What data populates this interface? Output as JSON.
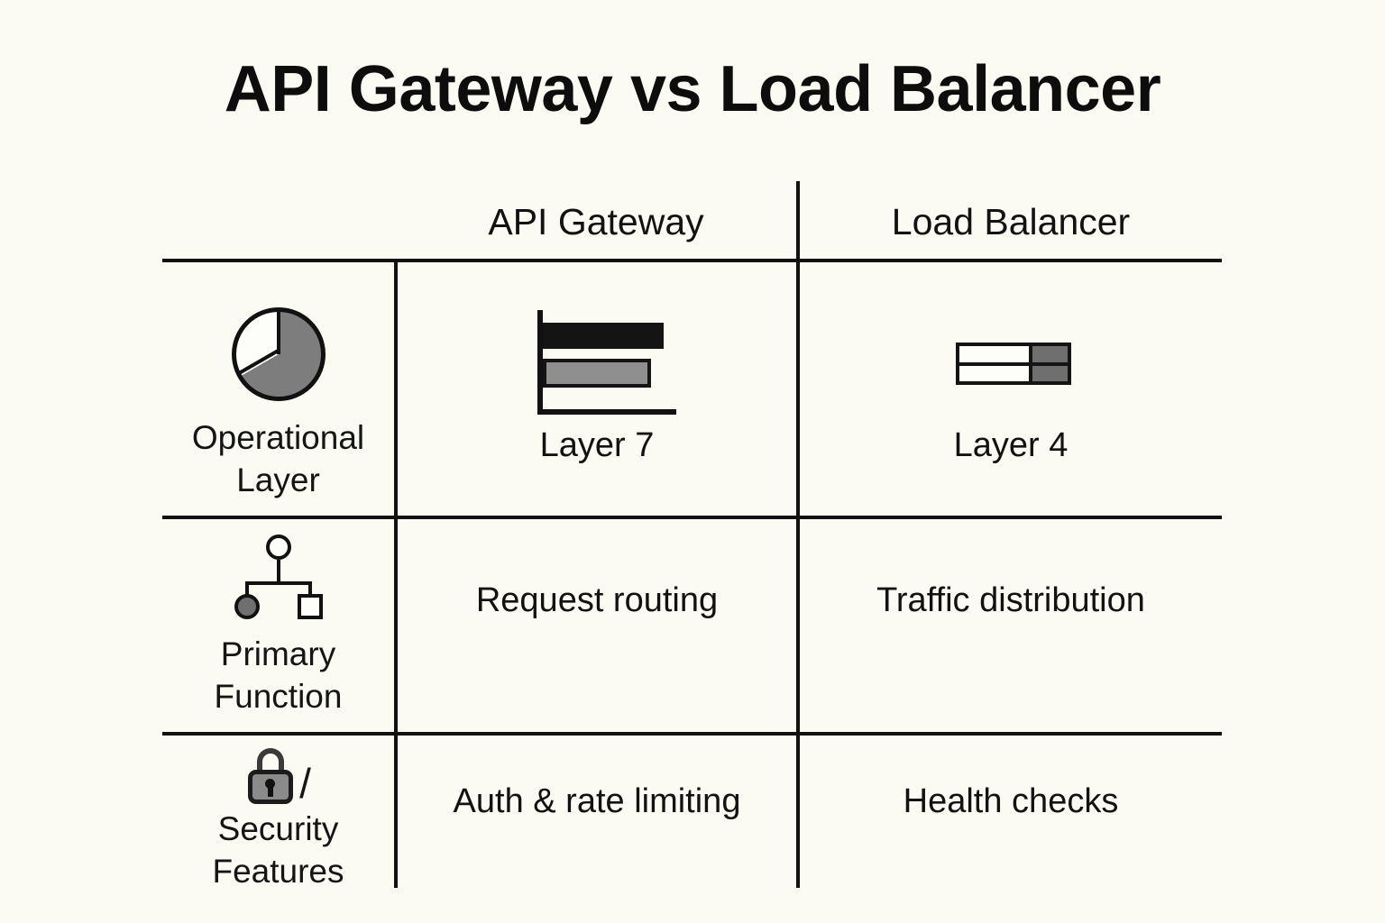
{
  "page": {
    "title": "API Gateway vs Load Balancer",
    "background_color": "#fbfaf3",
    "ink_color": "#111111",
    "accent_gray": "#7d7d7d"
  },
  "table": {
    "columns": [
      {
        "key": "attribute",
        "label": ""
      },
      {
        "key": "api_gateway",
        "label": "API Gateway"
      },
      {
        "key": "load_balancer",
        "label": "Load Balancer"
      }
    ],
    "rows": [
      {
        "label": "Operational Layer",
        "label_line1": "Operational",
        "label_line2": "Layer",
        "icon": "pie-chart-icon",
        "api_gateway": "Layer 7",
        "api_gateway_icon": "bar-chart-icon",
        "load_balancer": "Layer 4",
        "load_balancer_icon": "split-grid-icon"
      },
      {
        "label": "Primary Function",
        "label_line1": "Primary",
        "label_line2": "Function",
        "icon": "org-chart-icon",
        "api_gateway": "Request routing",
        "load_balancer": "Traffic distribution"
      },
      {
        "label": "Security Features",
        "label_line1": "Security",
        "label_line2": "Features",
        "icon": "lock-icon",
        "icon_suffix": "/",
        "api_gateway": "Auth & rate limiting",
        "load_balancer": "Health checks"
      }
    ]
  },
  "chart_data": {
    "type": "table",
    "title": "API Gateway vs Load Balancer",
    "categories": [
      "Operational Layer",
      "Primary Function",
      "Security Features"
    ],
    "series": [
      {
        "name": "API Gateway",
        "values": [
          "Layer 7",
          "Request routing",
          "Auth & rate limiting"
        ]
      },
      {
        "name": "Load Balancer",
        "values": [
          "Layer 4",
          "Traffic distribution",
          "Health checks"
        ]
      }
    ],
    "inline_glyphs": {
      "operational_layer_row_icon": {
        "type": "pie",
        "slices": [
          {
            "name": "filled",
            "degrees": 240,
            "color": "#7d7d7d"
          },
          {
            "name": "empty",
            "degrees": 120,
            "color": "#fdfdfa"
          }
        ]
      },
      "api_gateway_layer_icon": {
        "type": "bar",
        "orientation": "horizontal",
        "categories": [
          "upper",
          "lower"
        ],
        "values": [
          134,
          120
        ],
        "colors": [
          "#141414",
          "#8f8f8f"
        ]
      },
      "load_balancer_layer_icon": {
        "type": "heatmap",
        "rows": 2,
        "cols": 2,
        "cells": [
          [
            "#fdfdfa",
            "#6f6f6f"
          ],
          [
            "#fdfdfa",
            "#6f6f6f"
          ]
        ]
      }
    },
    "grid": false,
    "legend": "none"
  }
}
